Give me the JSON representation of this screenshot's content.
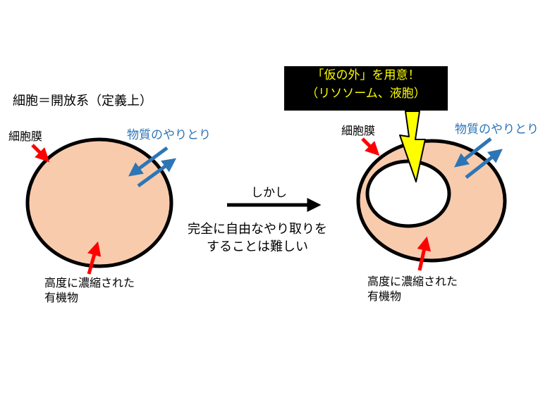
{
  "heading": "細胞＝開放系（定義上）",
  "colors": {
    "cell_fill": "#F8CBAD",
    "cell_stroke": "#000000",
    "red_arrow": "#FF0000",
    "blue_arrow": "#2E75B6",
    "yellow_arrow": "#FFFF00",
    "callout_bg": "#000000",
    "callout_text": "#FFFF00",
    "inner_fill": "#FFFFFF"
  },
  "left_cell": {
    "membrane_label": "細胞膜",
    "exchange_label": "物質のやりとり",
    "organic_label": "高度に濃縮された\n有機物"
  },
  "middle": {
    "arrow_label": "しかし",
    "caption": "完全に自由なやり取りを\nすることは難しい"
  },
  "right_cell": {
    "membrane_label": "細胞膜",
    "exchange_label": "物質のやりとり",
    "organic_label": "高度に濃縮された\n有機物",
    "callout": "「仮の外」を用意！\n（リソソーム、液胞）"
  }
}
